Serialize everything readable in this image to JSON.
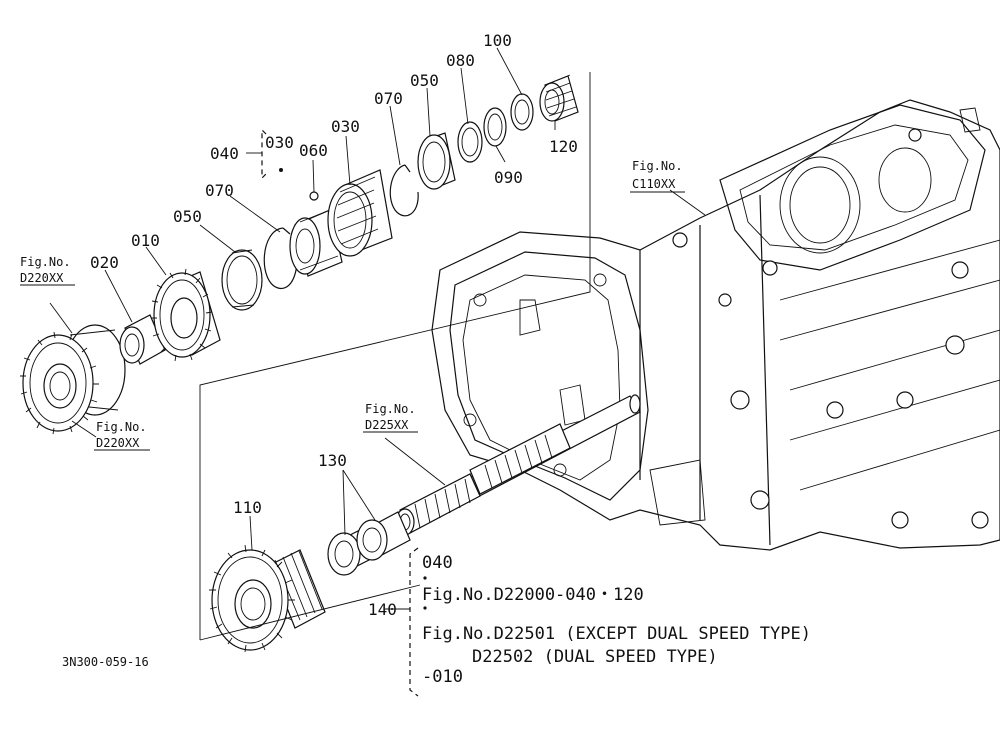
{
  "callouts": {
    "p100": "100",
    "p080": "080",
    "p050_top": "050",
    "p070_top": "070",
    "p030_top": "030",
    "p060": "060",
    "p040": "040",
    "p030_group": "030",
    "p070_left": "070",
    "p050_left": "050",
    "p010": "010",
    "p020": "020",
    "p120": "120",
    "p090": "090",
    "p130": "130",
    "p110": "110",
    "p140": "140"
  },
  "figure_refs": {
    "fig_c110_label": "Fig.No.",
    "fig_c110_code": "C110XX",
    "fig_d220_top_label": "Fig.No.",
    "fig_d220_top_code": "D220XX",
    "fig_d220_bottom_label": "Fig.No.",
    "fig_d220_bottom_code": "D220XX",
    "fig_d225_label": "Fig.No.",
    "fig_d225_code": "D225XX"
  },
  "note_140": {
    "line1": "040",
    "line2": "Fig.No.D22000-040・120",
    "line3": "Fig.No.D22501 (EXCEPT DUAL SPEED TYPE)",
    "line4": "D22502 (DUAL SPEED TYPE)",
    "line5": "-010"
  },
  "drawing_code": "3N300-059-16"
}
